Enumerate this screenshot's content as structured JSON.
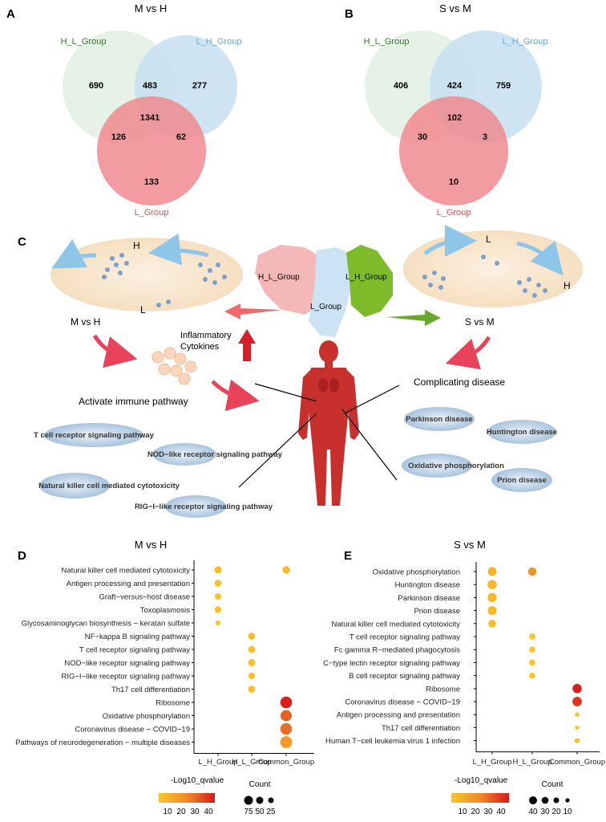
{
  "panels": {
    "A": {
      "letter": "A",
      "title": "M vs H",
      "labels": {
        "hl": "H_L_Group",
        "lh": "L_H_Group",
        "l": "L_Group"
      },
      "values": {
        "hl_only": "690",
        "hl_lh": "483",
        "lh_only": "277",
        "center": "1341",
        "hl_l": "126",
        "lh_l": "62",
        "l_only": "133"
      }
    },
    "B": {
      "letter": "B",
      "title": "S vs M",
      "labels": {
        "hl": "H_L_Group",
        "lh": "L_H_Group",
        "l": "L_Group"
      },
      "values": {
        "hl_only": "406",
        "hl_lh": "424",
        "lh_only": "759",
        "center": "102",
        "hl_l": "30",
        "lh_l": "3",
        "l_only": "10"
      }
    },
    "C": {
      "letter": "C",
      "left_label": "M vs H",
      "right_label": "S vs M",
      "left_H": "H",
      "left_L": "L",
      "right_L": "L",
      "right_H": "H",
      "map_hl": "H_L_Group",
      "map_lh": "L_H_Group",
      "map_l": "L_Group",
      "cyto1": "Inflammatory",
      "cyto2": "Cytokines",
      "activate": "Activate immune pathway",
      "complicating": "Complicating disease",
      "left_ovals": [
        "T cell receptor signaling pathway",
        "NOD−like receptor signaling pathway",
        "Natural killer cell mediated cytotoxicity",
        "RIG−I−like receptor signaling pathway"
      ],
      "right_ovals": [
        "Parkinson disease",
        "Huntington disease",
        "Oxidative phosphorylation",
        "Prion disease"
      ]
    },
    "D": {
      "letter": "D",
      "title": "M vs H",
      "legend_q": "-Log10_qvalue",
      "q_ticks": [
        "10",
        "20",
        "30",
        "40"
      ],
      "legend_c": "Count",
      "c_ticks": [
        "75",
        "50",
        "25"
      ]
    },
    "E": {
      "letter": "E",
      "title": "S vs M",
      "legend_q": "-Log10_qvalue",
      "q_ticks": [
        "10",
        "20",
        "30",
        "40"
      ],
      "legend_c": "Count",
      "c_ticks": [
        "40",
        "30",
        "20",
        "10"
      ]
    }
  },
  "chart_data": [
    {
      "type": "scatter",
      "title": "M vs H",
      "categories": [
        "L_H_Group",
        "H_L_Group",
        "Common_Group"
      ],
      "terms": [
        "Natural killer cell mediated cytotoxicity",
        "Antigen processing and presentation",
        "Graft−versus−host disease",
        "Toxoplasmosis",
        "Glycosaminoglycan biosynthesis − keratan sulfate",
        "NF−kappa B signaling pathway",
        "T cell receptor signaling pathway",
        "NOD−like receptor signaling pathway",
        "RIG−I−like receptor signaling pathway",
        "Th17 cell differentiation",
        "Ribosome",
        "Oxidative phosphorylation",
        "Coronavirus disease − COVID−19",
        "Pathways of neurodegeneration − multiple diseases"
      ],
      "points": [
        {
          "term": "Natural killer cell mediated cytotoxicity",
          "group": "L_H_Group",
          "count": 20,
          "q": 8
        },
        {
          "term": "Natural killer cell mediated cytotoxicity",
          "group": "Common_Group",
          "count": 22,
          "q": 9
        },
        {
          "term": "Antigen processing and presentation",
          "group": "L_H_Group",
          "count": 17,
          "q": 7
        },
        {
          "term": "Graft−versus−host disease",
          "group": "L_H_Group",
          "count": 13,
          "q": 6
        },
        {
          "term": "Toxoplasmosis",
          "group": "L_H_Group",
          "count": 15,
          "q": 6
        },
        {
          "term": "Glycosaminoglycan biosynthesis − keratan sulfate",
          "group": "L_H_Group",
          "count": 4,
          "q": 4
        },
        {
          "term": "NF−kappa B signaling pathway",
          "group": "H_L_Group",
          "count": 18,
          "q": 6
        },
        {
          "term": "T cell receptor signaling pathway",
          "group": "H_L_Group",
          "count": 19,
          "q": 6
        },
        {
          "term": "NOD−like receptor signaling pathway",
          "group": "H_L_Group",
          "count": 21,
          "q": 6
        },
        {
          "term": "RIG−I−like receptor signaling pathway",
          "group": "H_L_Group",
          "count": 16,
          "q": 6
        },
        {
          "term": "Th17 cell differentiation",
          "group": "H_L_Group",
          "count": 18,
          "q": 6
        },
        {
          "term": "Ribosome",
          "group": "Common_Group",
          "count": 88,
          "q": 44
        },
        {
          "term": "Oxidative phosphorylation",
          "group": "Common_Group",
          "count": 78,
          "q": 32
        },
        {
          "term": "Coronavirus disease − COVID−19",
          "group": "Common_Group",
          "count": 85,
          "q": 30
        },
        {
          "term": "Pathways of neurodegeneration − multiple diseases",
          "group": "Common_Group",
          "count": 92,
          "q": 20
        }
      ],
      "q_range": [
        5,
        45
      ],
      "count_ticks": [
        75,
        50,
        25
      ]
    },
    {
      "type": "scatter",
      "title": "S vs M",
      "categories": [
        "L_H_Group",
        "H_L_Group",
        "Common_Group"
      ],
      "terms": [
        "Oxidative phosphorylation",
        "Huntington disease",
        "Parkinson disease",
        "Prion disease",
        "Natural killer cell mediated cytotoxicity",
        "T cell receptor signaling pathway",
        "Fc gamma R−mediated phagocytosis",
        "C−type lectin receptor signaling pathway",
        "B cell receptor signaling pathway",
        "Ribosome",
        "Coronavirus disease − COVID−19",
        "Antigen processing and presentation",
        "Th17 cell differentiation",
        "Human T−cell leukemia virus 1 infection"
      ],
      "points": [
        {
          "term": "Oxidative phosphorylation",
          "group": "L_H_Group",
          "count": 36,
          "q": 10
        },
        {
          "term": "Oxidative phosphorylation",
          "group": "H_L_Group",
          "count": 30,
          "q": 22
        },
        {
          "term": "Huntington disease",
          "group": "L_H_Group",
          "count": 42,
          "q": 9
        },
        {
          "term": "Parkinson disease",
          "group": "L_H_Group",
          "count": 40,
          "q": 9
        },
        {
          "term": "Prion disease",
          "group": "L_H_Group",
          "count": 38,
          "q": 9
        },
        {
          "term": "Natural killer cell mediated cytotoxicity",
          "group": "L_H_Group",
          "count": 25,
          "q": 8
        },
        {
          "term": "T cell receptor signaling pathway",
          "group": "H_L_Group",
          "count": 13,
          "q": 5
        },
        {
          "term": "Fc gamma R−mediated phagocytosis",
          "group": "H_L_Group",
          "count": 12,
          "q": 5
        },
        {
          "term": "C−type lectin receptor signaling pathway",
          "group": "H_L_Group",
          "count": 12,
          "q": 5
        },
        {
          "term": "B cell receptor signaling pathway",
          "group": "H_L_Group",
          "count": 11,
          "q": 5
        },
        {
          "term": "Ribosome",
          "group": "Common_Group",
          "count": 40,
          "q": 44
        },
        {
          "term": "Coronavirus disease − COVID−19",
          "group": "Common_Group",
          "count": 42,
          "q": 40
        },
        {
          "term": "Antigen processing and presentation",
          "group": "Common_Group",
          "count": 3,
          "q": 6
        },
        {
          "term": "Th17 cell differentiation",
          "group": "Common_Group",
          "count": 3,
          "q": 6
        },
        {
          "term": "Human T−cell leukemia virus 1 infection",
          "group": "Common_Group",
          "count": 6,
          "q": 6
        }
      ],
      "q_range": [
        5,
        45
      ],
      "count_ticks": [
        40,
        30,
        20,
        10
      ]
    }
  ],
  "colors": {
    "green_circle": "#e3efe4",
    "blue_circle": "#c5dff0",
    "red_circle": "#f08a8f",
    "green_text": "#2f7d1e",
    "blue_text": "#6ca6cc",
    "red_text": "#d9535b"
  }
}
